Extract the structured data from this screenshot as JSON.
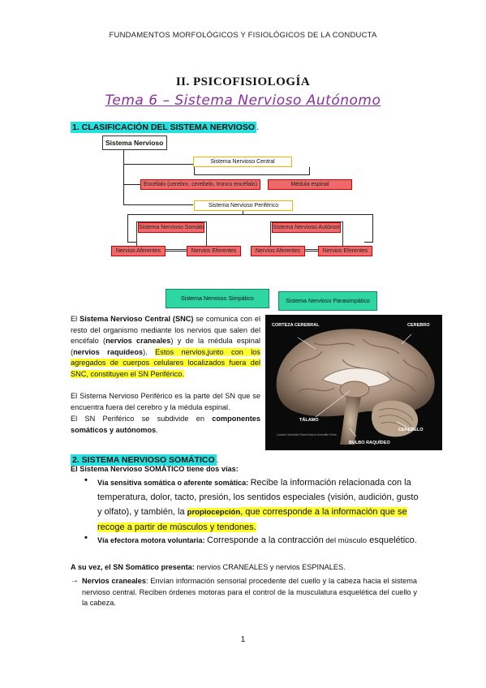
{
  "header": "FUNDAMENTOS MORFOLÓGICOS Y FISIOLÓGICOS DE LA CONDUCTA",
  "section_title": "II. PSICOFISIOLOGÍA",
  "subtitle": "Tema 6 – Sistema Nervioso Autónomo",
  "heading1": "1. CLASIFICACIÓN DEL SISTEMA NERVIOSO",
  "heading1_dot": ".",
  "diagram": {
    "root": "Sistema Nervioso",
    "snc": "Sistema Nervioso Central",
    "encefalo": "Encéfalo (cerebro, cerebelo, tronco encéfalo)",
    "medula": "Médula espinal",
    "snp": "Sistema Nervioso Periférico",
    "somatico": "Sistema Nervioso Somático",
    "autonomo": "Sistema Nervioso Autónomo",
    "aferentes1": "Nervios Aferentes",
    "eferentes1": "Nervios Eferentes",
    "aferentes2": "Nervios Aferentes",
    "eferentes2": "Nervios Eferentes",
    "simpatico": "Sistema Nervioso Simpático",
    "parasimpatico": "Sistema Nervioso Parasimpático"
  },
  "brain_labels": {
    "corteza": "CORTEZA CEREBRAL",
    "cerebro": "CEREBRO",
    "talamo": "TÁLAMO",
    "cerebelo": "CEREBELO",
    "bulbo": "BULBO RAQUÍDEO",
    "credit": "London Scientific Films/Oxford Scientific Films"
  },
  "p1": {
    "a": "El ",
    "b": "Sistema Nervioso Central (SNC)",
    "c": " se comunica con el resto del organismo mediante los nervios que salen del encéfalo (",
    "d": "nervios craneales",
    "e": ") y de la médula espinal (",
    "f": "nervios raquídeos",
    "g": "). ",
    "h": "Estos nervios,junto con los agregados de cuerpos celulares localizados fuera del SNC, constituyen el SN Periférico."
  },
  "p2": "El Sistema Nervioso Periférico es la parte del SN que se encuentra fuera del cerebro y la médula espinal.",
  "p3": {
    "a": "El SN Periférico se subdivide en ",
    "b": "componentes somáticos y autónomos",
    "c": "."
  },
  "heading2": "2. SISTEMA NERVIOSO SOMÁTICO",
  "heading2_dot": ".",
  "p4": "El Sistema Nervioso SOMÁTICO tiene dos vías:",
  "bullet1": {
    "a": "Vía sensitiva somática o aferente somática: ",
    "b": "Recibe la información relacionada con la temperatura, dolor, tacto, presión, los sentidos especiales (visión, audición, gusto y olfato), y también, la ",
    "c": "propiocepción",
    "d": ", que corresponde a la información que se recoge a partir de músculos y tendones."
  },
  "bullet2": {
    "a": "Vía efectora motora voluntaria: ",
    "b": "Corresponde a la contracción",
    "c": " del músculo",
    "d": " esquelético."
  },
  "p5": {
    "a": "A su vez, el SN Somático presenta: ",
    "b": "nervios CRANEALES y nervios ESPINALES."
  },
  "p6": {
    "arrow": "→",
    "a": "Nervios craneales",
    "b": ": Envían información sensorial procedente del cuello y la cabeza hacia el sistema nervioso central. Reciben órdenes motoras para el control de la musculatura esquelética del cuello y la cabeza."
  },
  "page_number": "1"
}
